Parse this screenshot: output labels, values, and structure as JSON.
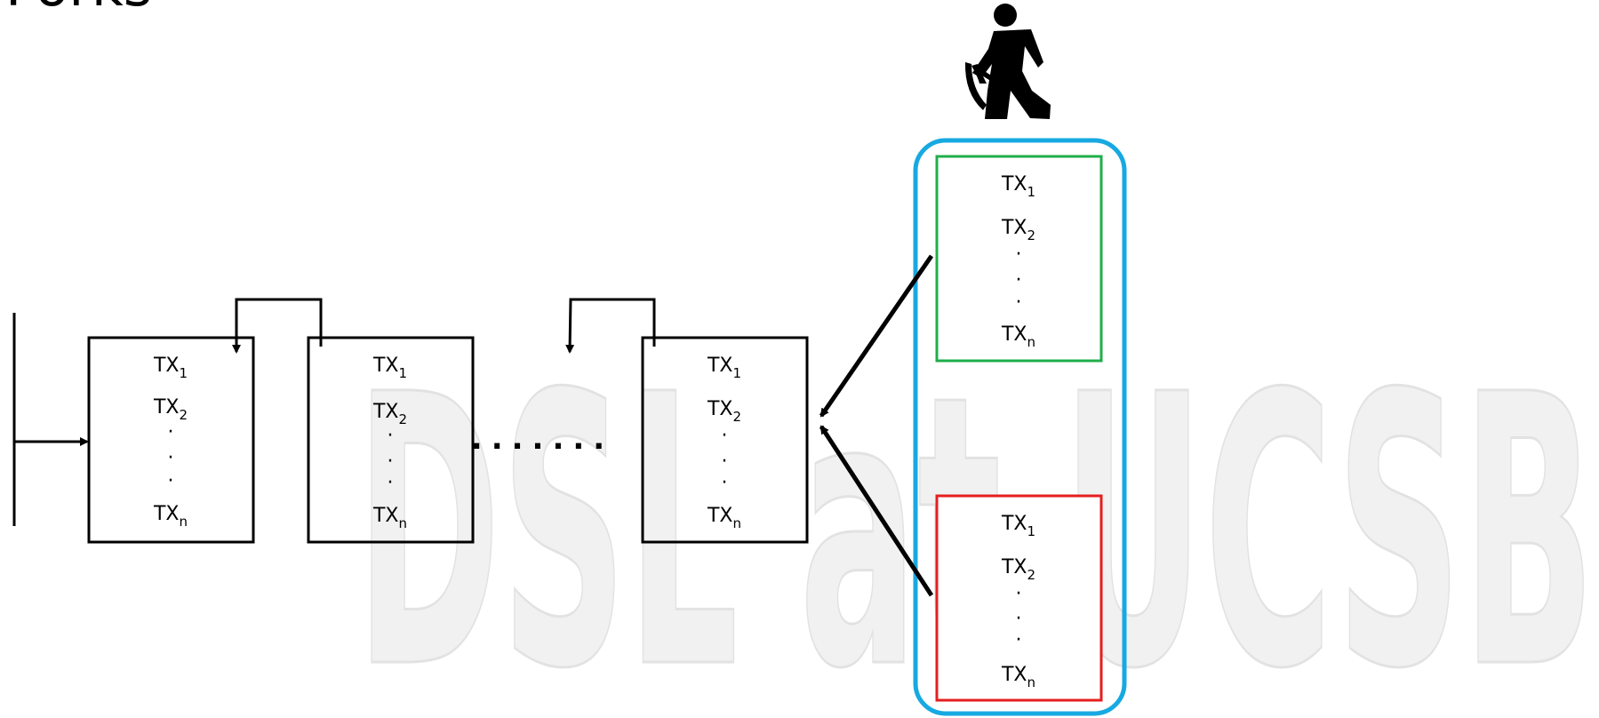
{
  "title_fragment": "Forks",
  "watermark": "DSL at UCSB",
  "ellipsis": ".......",
  "block_lines": {
    "tx1": {
      "base": "TX",
      "sub": "1"
    },
    "tx2": {
      "base": "TX",
      "sub": "2"
    },
    "dots": [
      "·",
      "·",
      "·"
    ],
    "txn": {
      "base": "TX",
      "sub": "n"
    }
  },
  "colors": {
    "block_border": "#000000",
    "candidate_group": "#17a9e1",
    "candidate_a": "#1fae4a",
    "candidate_b": "#e51e1e"
  },
  "icons": {
    "miner": "miner-icon"
  }
}
